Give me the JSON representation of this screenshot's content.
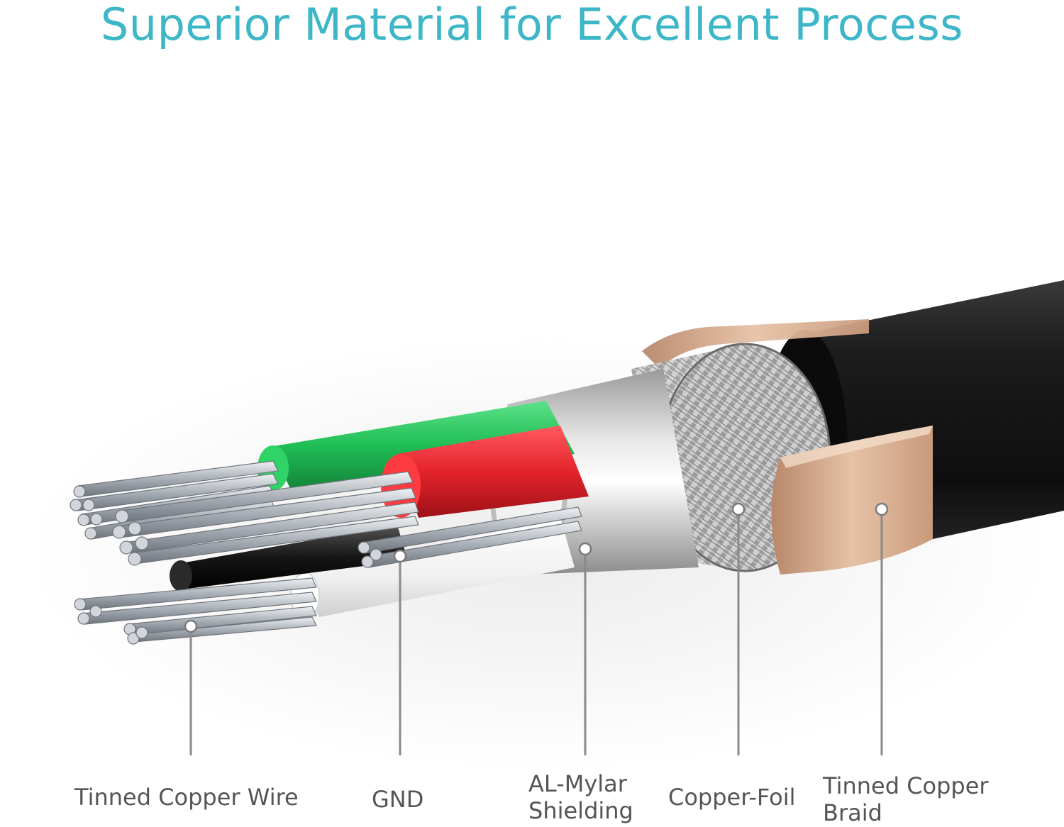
{
  "title": "Superior Material for Excellent Process",
  "colors": {
    "title": "#3db7c8",
    "label_text": "#555555",
    "leader_line": "#8a8a8a",
    "jacket": "#151515",
    "braid_tape": "#d4a98a",
    "green_core": "#22c15a",
    "red_core": "#e4232b",
    "white_core": "#f4f4f4",
    "black_core": "#1a1a1a",
    "foil": "#c8c8c8",
    "strands": "#b7bcc2"
  },
  "callouts": [
    {
      "name": "tinned-copper-wire",
      "text": "Tinned Copper Wire"
    },
    {
      "name": "gnd",
      "text": "GND"
    },
    {
      "name": "al-mylar-shielding",
      "text": "AL-Mylar\nShielding"
    },
    {
      "name": "copper-foil",
      "text": "Copper-Foil"
    },
    {
      "name": "tinned-copper-braid",
      "text": "Tinned Copper\nBraid"
    }
  ]
}
